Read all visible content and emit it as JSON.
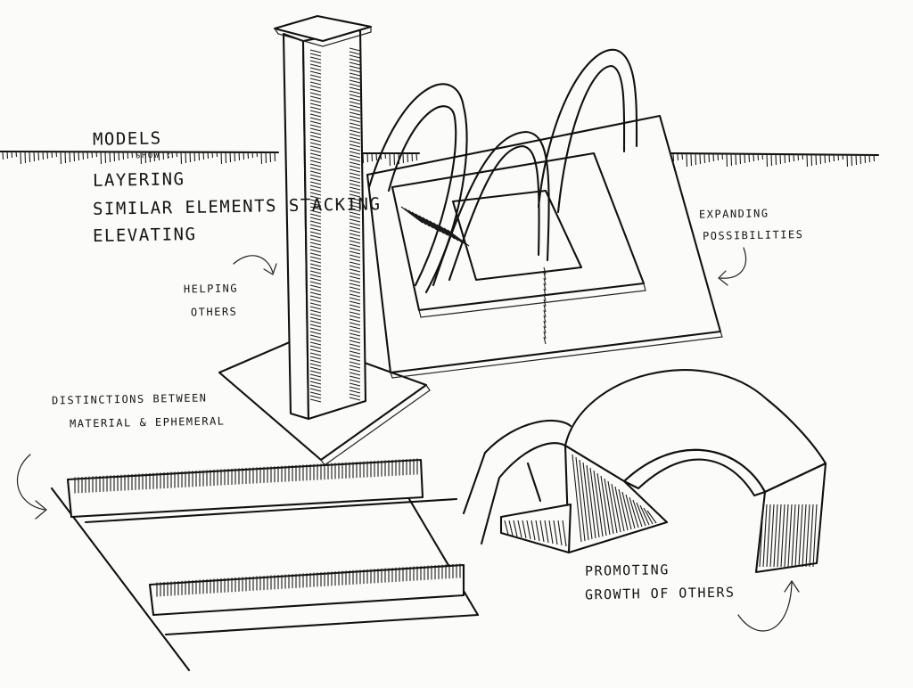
{
  "colors": {
    "ink": "#111111",
    "paper": "#fbfbf9"
  },
  "notes": {
    "models": "MODELS",
    "show": "SHOW :",
    "layering": "LAYERING",
    "similar": "SIMILAR ELEMENTS STACKING",
    "elevating": "ELEVATING",
    "helping_1": "HELPING",
    "helping_2": "OTHERS",
    "expanding_1": "EXPANDING",
    "expanding_2": "POSSIBILITIES",
    "distinctions_1": "DISTINCTIONS BETWEEN",
    "distinctions_2": "MATERIAL & EPHEMERAL",
    "promoting_1": "PROMOTING",
    "promoting_2": "GROWTH OF OTHERS"
  }
}
